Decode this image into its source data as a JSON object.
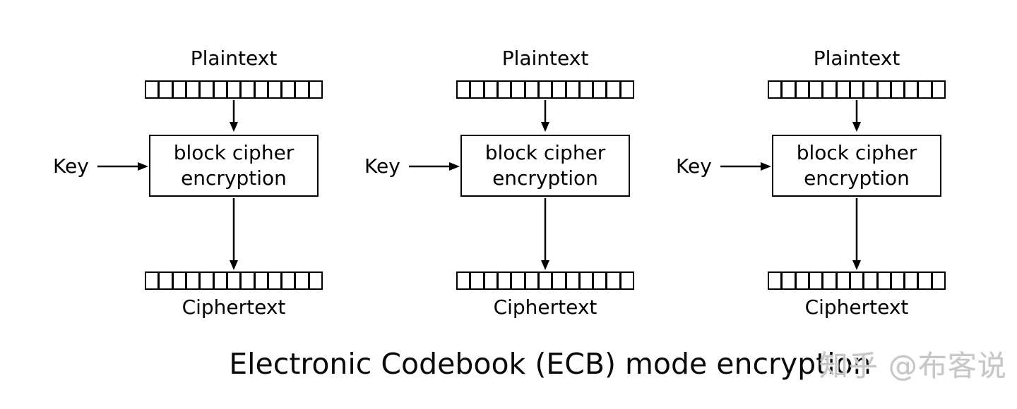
{
  "title": "Electronic Codebook (ECB) mode encryption",
  "watermark": "知乎 @布客说",
  "units": [
    {
      "plaintext_label": "Plaintext",
      "key_label": "Key",
      "box_label": "block cipher encryption",
      "ciphertext_label": "Ciphertext",
      "block_cells": 13
    },
    {
      "plaintext_label": "Plaintext",
      "key_label": "Key",
      "box_label": "block cipher encryption",
      "ciphertext_label": "Ciphertext",
      "block_cells": 13
    },
    {
      "plaintext_label": "Plaintext",
      "key_label": "Key",
      "box_label": "block cipher encryption",
      "ciphertext_label": "Ciphertext",
      "block_cells": 13
    }
  ],
  "icons": {
    "down_arrow": "arrow-down-icon",
    "key_arrow": "arrow-right-icon"
  },
  "colors": {
    "background": "#ffffff",
    "line": "#000000",
    "text": "#000000",
    "watermark": "#c7c7c7"
  }
}
